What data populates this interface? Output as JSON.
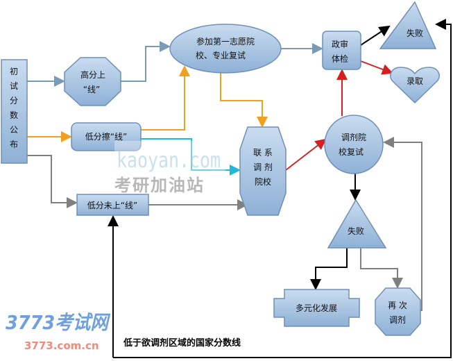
{
  "nodes": {
    "start": [
      "初",
      "试",
      "分",
      "数",
      "公",
      "布"
    ],
    "high": [
      "高分上",
      "“线”"
    ],
    "edge": "低分擦“线”",
    "below": "低分未上“线”",
    "first_choice": [
      "参加第一志愿院",
      "校、专业复试"
    ],
    "contact": [
      "联 系",
      "调 剂",
      "院校"
    ],
    "adjust_retest": [
      "调剂院",
      "校复试"
    ],
    "check": [
      "政审",
      "体检"
    ],
    "fail_top": "失败",
    "admit": "录取",
    "fail_mid": "失败",
    "diversify": "多元化发展",
    "readjust": [
      "再 次",
      "调剂"
    ]
  },
  "note": "低于欲调剂区域的国家分数线",
  "watermark": {
    "site": "kaoyan.com",
    "name": "考研加油站"
  },
  "logo": {
    "name": "3773考试网",
    "url": "3773.com.cn"
  },
  "colors": {
    "steel": "#7a9bb5",
    "orange": "#f0a020",
    "cyan": "#22b8d8",
    "gray": "#808080",
    "red": "#d42020",
    "black": "#000000"
  }
}
